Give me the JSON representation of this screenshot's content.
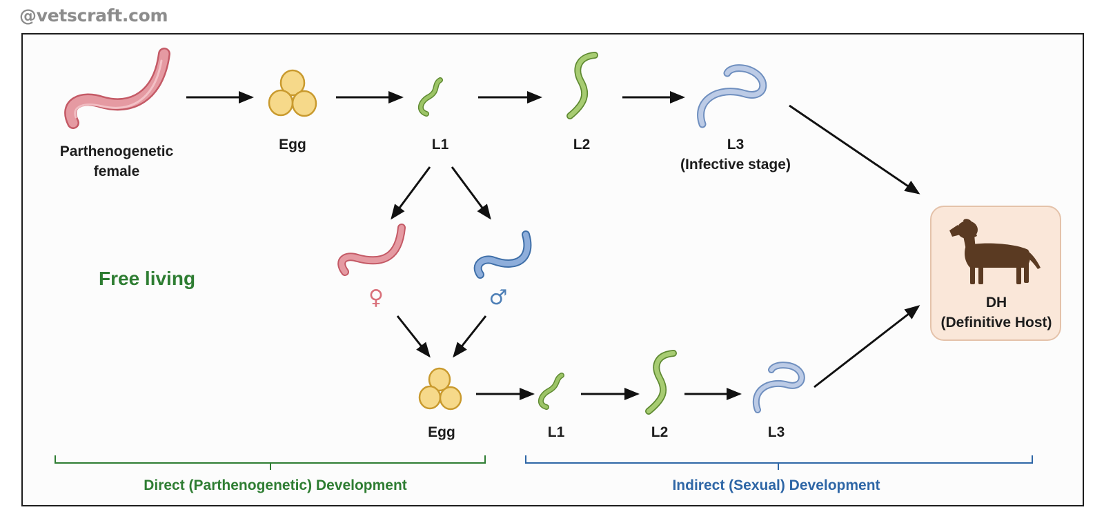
{
  "watermark": "@vetscraft.com",
  "colors": {
    "female": "#d9707a",
    "male": "#4f80b7",
    "green_larva": "#7daa47",
    "blue_larva": "#9bb3d7",
    "egg": "#edc96b",
    "direct": "#2e7d32",
    "indirect": "#2e66a6",
    "dog": "#5a3a22",
    "host_bg": "#fae7d9"
  },
  "icons": [
    "worm-icon",
    "egg-cluster-icon",
    "larva-icon",
    "female-symbol",
    "male-symbol",
    "dog-icon",
    "arrow-icon",
    "bracket-icon"
  ],
  "top_row": {
    "female": [
      "Parthenogenetic",
      "female"
    ],
    "egg": "Egg",
    "l1": "L1",
    "l2": "L2",
    "l3": [
      "L3",
      "(Infective stage)"
    ]
  },
  "free_living": {
    "title": "Free living",
    "female_symbol": "♀",
    "male_symbol": "♂"
  },
  "bottom_row": {
    "egg": "Egg",
    "l1": "L1",
    "l2": "L2",
    "l3": "L3"
  },
  "host": [
    "DH",
    "(Definitive Host)"
  ],
  "brackets": {
    "direct": "Direct (Parthenogenetic) Development",
    "indirect": "Indirect (Sexual) Development"
  }
}
